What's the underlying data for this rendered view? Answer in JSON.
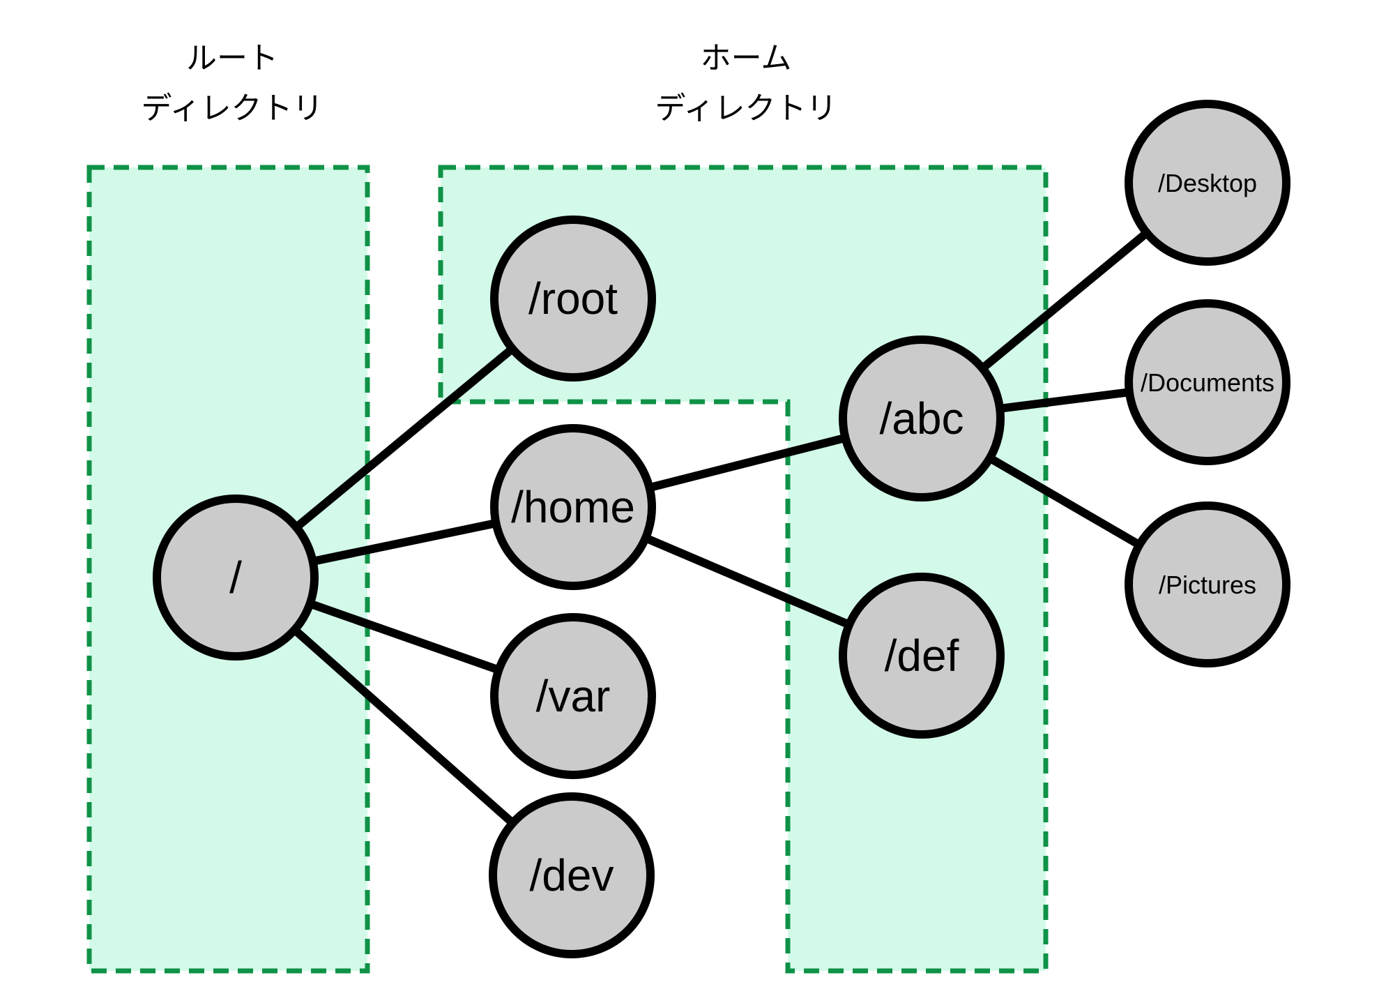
{
  "diagram": {
    "type": "filesystem-directory-tree",
    "regions": [
      {
        "id": "root-directory",
        "line1": "ルート",
        "line2": "ディレクトリ"
      },
      {
        "id": "home-directory",
        "line1": "ホーム",
        "line2": "ディレクトリ"
      }
    ],
    "nodes": [
      {
        "id": "root",
        "label": "/"
      },
      {
        "id": "root-dir",
        "label": "/root"
      },
      {
        "id": "home",
        "label": "/home"
      },
      {
        "id": "var",
        "label": "/var"
      },
      {
        "id": "dev",
        "label": "/dev"
      },
      {
        "id": "abc",
        "label": "/abc"
      },
      {
        "id": "def",
        "label": "/def"
      },
      {
        "id": "desktop",
        "label": "/Desktop"
      },
      {
        "id": "documents",
        "label": "/Documents"
      },
      {
        "id": "pictures",
        "label": "/Pictures"
      }
    ],
    "edges": [
      {
        "from": "/",
        "to": "/root"
      },
      {
        "from": "/",
        "to": "/home"
      },
      {
        "from": "/",
        "to": "/var"
      },
      {
        "from": "/",
        "to": "/dev"
      },
      {
        "from": "/home",
        "to": "/abc"
      },
      {
        "from": "/home",
        "to": "/def"
      },
      {
        "from": "/abc",
        "to": "/Desktop"
      },
      {
        "from": "/abc",
        "to": "/Documents"
      },
      {
        "from": "/abc",
        "to": "/Pictures"
      }
    ],
    "colors": {
      "region_fill": "#D3FAE9",
      "region_border": "#0F9247",
      "node_fill": "#CBCBCB",
      "node_border": "#000000",
      "edge": "#000000",
      "text": "#000000",
      "background": "#FFFFFF"
    }
  }
}
